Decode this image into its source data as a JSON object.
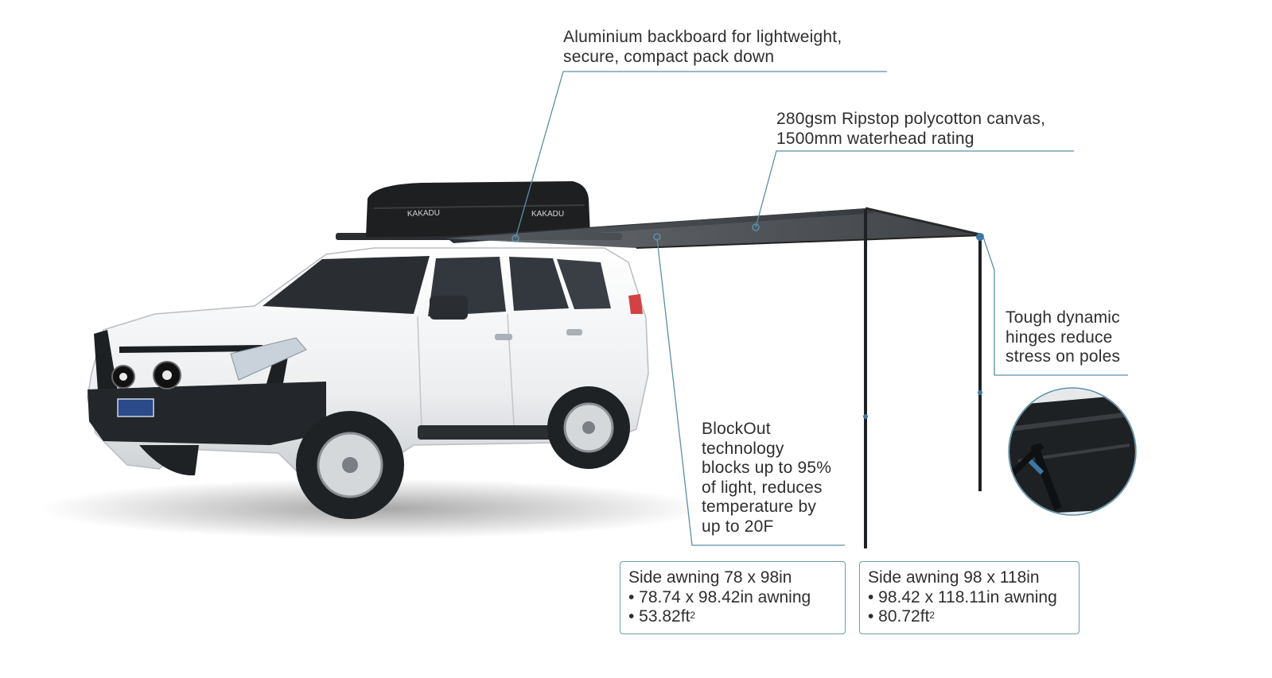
{
  "brand": "KAKADU",
  "callouts": {
    "backboard": [
      "Aluminium backboard for lightweight,",
      "secure, compact pack down"
    ],
    "canvas": [
      "280gsm Ripstop polycotton canvas,",
      "1500mm waterhead rating"
    ],
    "hinges": [
      "Tough dynamic",
      "hinges reduce",
      "stress on poles"
    ],
    "blockout": [
      "BlockOut",
      "technology",
      "blocks up to 95%",
      "of light, reduces",
      "temperature by",
      "up to 20F"
    ]
  },
  "spec_boxes": [
    {
      "title": "Side awning 78 x 98in",
      "line1": "• 78.74 x 98.42in awning",
      "line2_value": "• 53.82ft",
      "line2_sup": "2"
    },
    {
      "title": "Side awning 98 x 118in",
      "line1": "• 98.42 x 118.11in awning",
      "line2_value": "• 80.72ft",
      "line2_sup": "2"
    }
  ],
  "colors": {
    "leader_line": "#5b8fa8",
    "vehicle_body": "#f4f5f6",
    "awning_canvas": "#3f4449",
    "box_border": "#6d9db5"
  }
}
